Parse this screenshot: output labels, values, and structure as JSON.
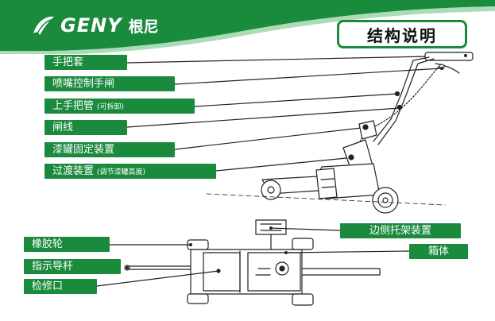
{
  "brand": {
    "name": "GENY",
    "name_cn": "根尼"
  },
  "title": "结构说明",
  "labels": {
    "handle_cover": "手把套",
    "nozzle_brake_handle": "喷嘴控制手闸",
    "upper_handle_tube": "上手把管",
    "upper_handle_tube_note": "(可拆卸)",
    "brake_cable": "闸线",
    "paint_tank_fixture": "漆罐固定装置",
    "transition_device": "过渡装置",
    "transition_device_note": "(调节漆罐高度)",
    "side_bracket": "边侧托架装置",
    "box_body": "箱体",
    "rubber_wheel": "橡胶轮",
    "guide_rod": "指示导杆",
    "inspection_port": "检修口"
  },
  "colors": {
    "accent": "#1a8a3d",
    "line": "#222222"
  }
}
